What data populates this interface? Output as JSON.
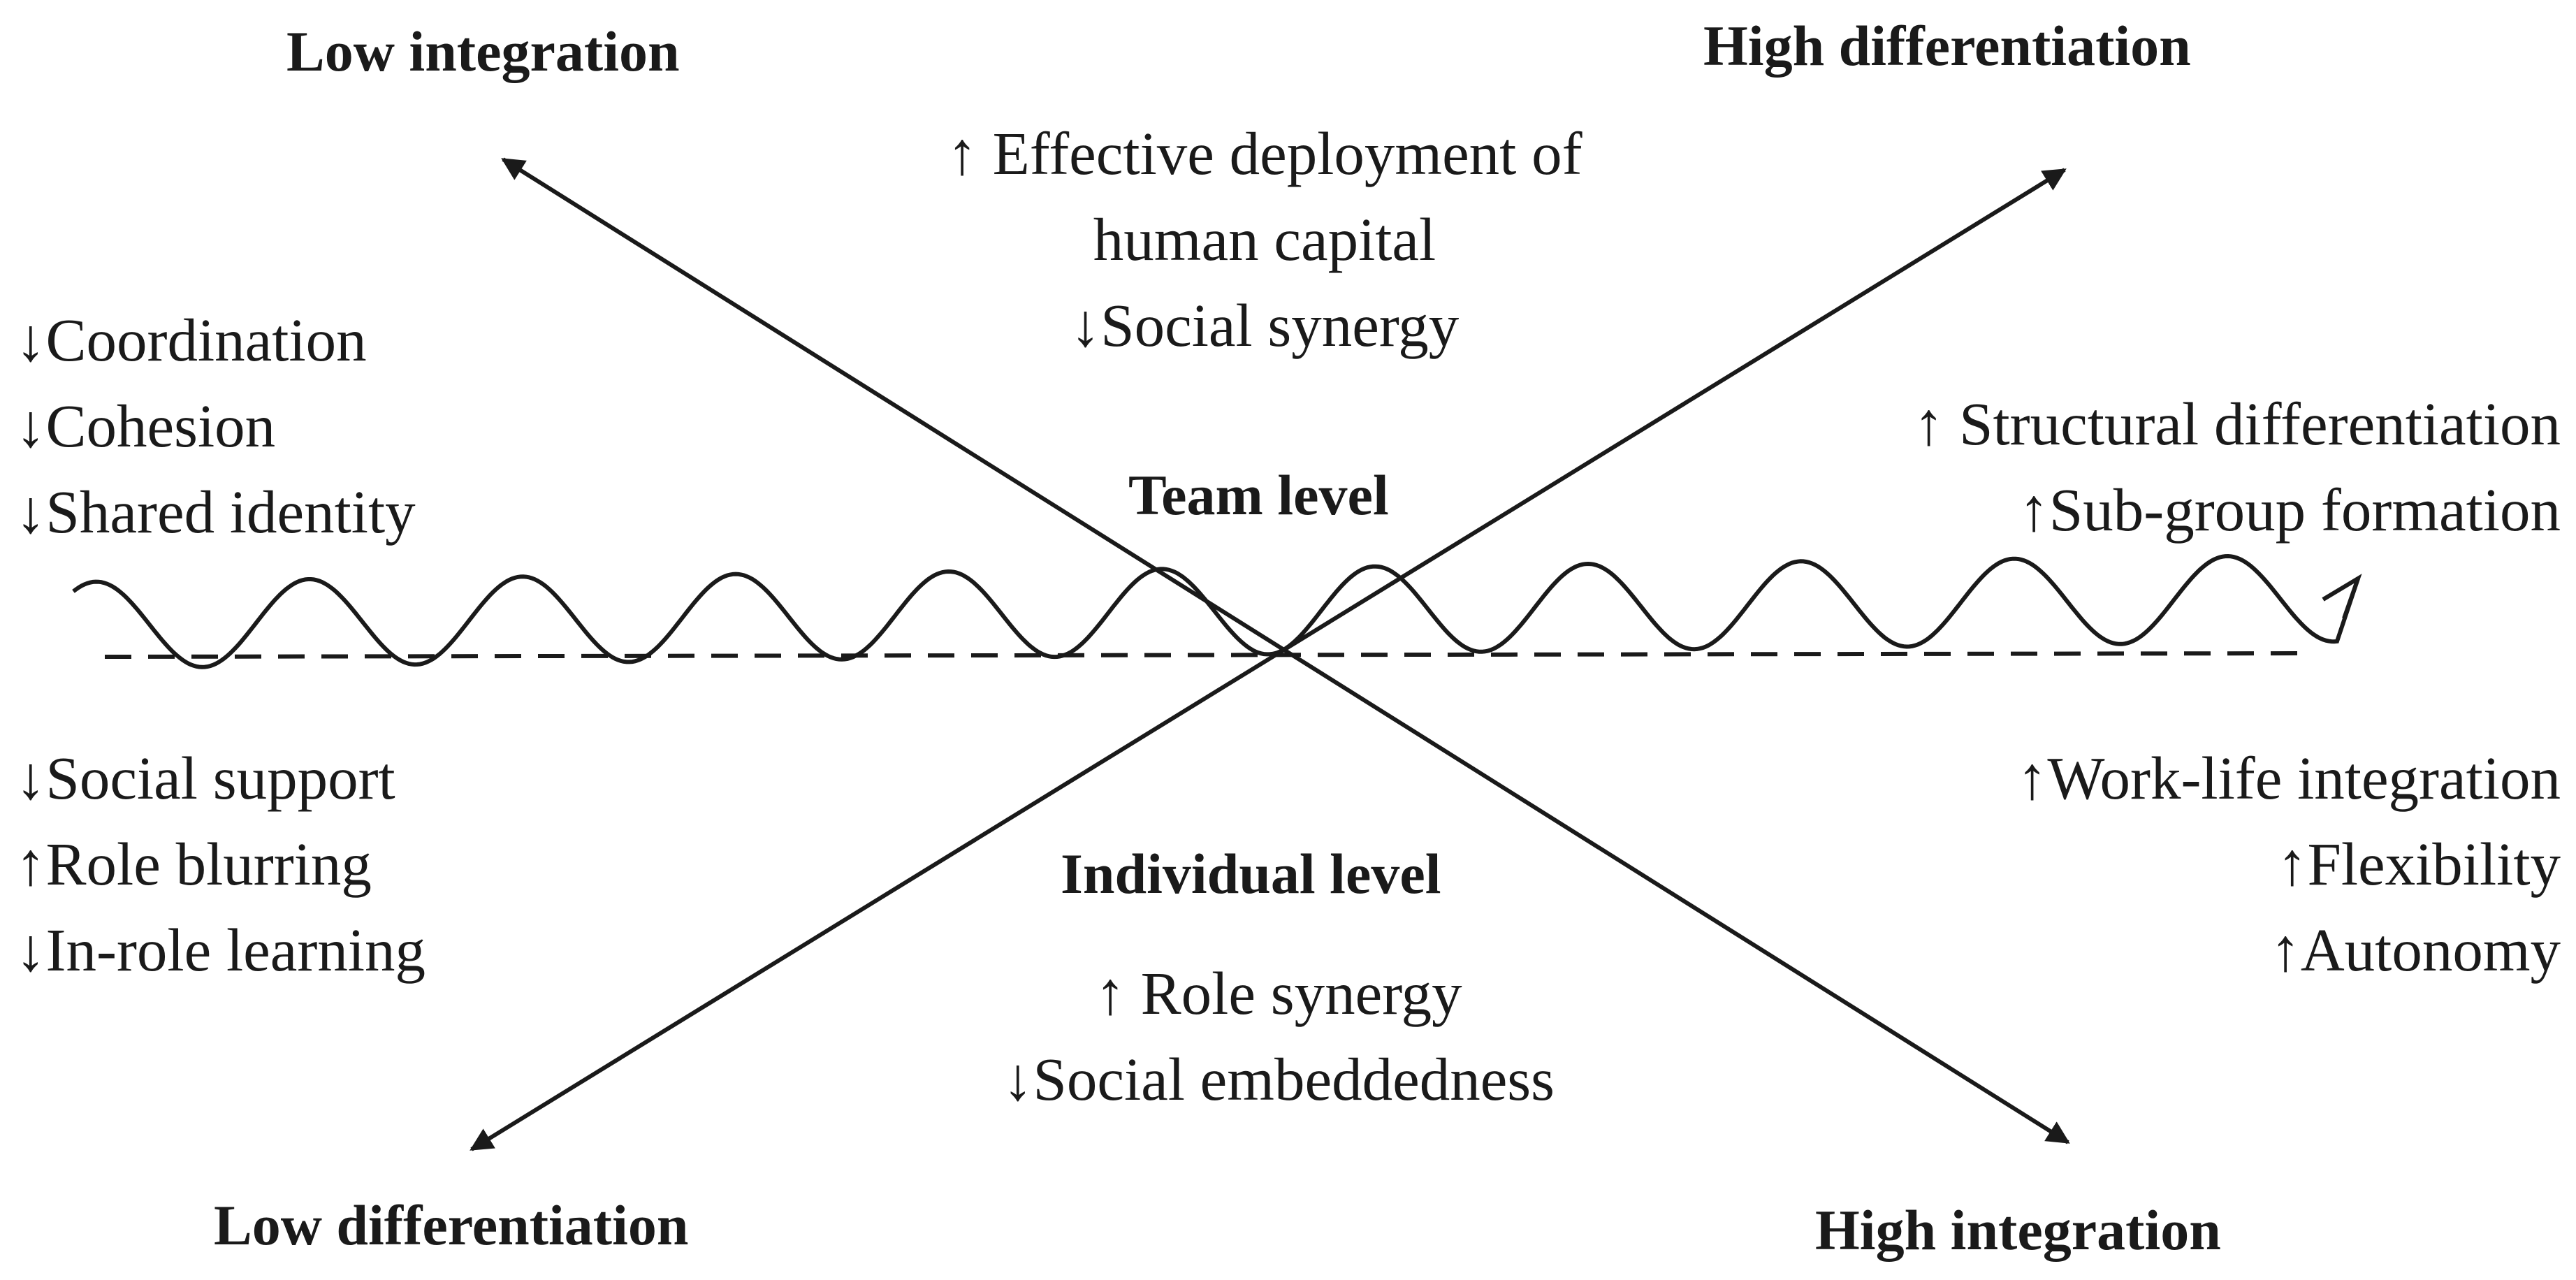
{
  "corners": {
    "top_left": "Low integration",
    "top_right": "High differentiation",
    "bottom_left": "Low differentiation",
    "bottom_right": "High integration"
  },
  "levels": {
    "team": "Team level",
    "individual": "Individual level"
  },
  "effects": {
    "top_center": [
      "↑ Effective deployment of",
      "human capital",
      "↓Social synergy"
    ],
    "upper_left": [
      "↓Coordination",
      "↓Cohesion",
      "↓Shared identity"
    ],
    "upper_right": [
      "↑ Structural differentiation",
      "↑Sub-group formation"
    ],
    "lower_left": [
      "↓Social support",
      "↑Role blurring",
      "↓In-role learning"
    ],
    "lower_right": [
      "↑Work-life integration",
      "↑Flexibility",
      "↑Autonomy"
    ],
    "bottom_center": [
      "↑ Role synergy",
      "↓Social embeddedness"
    ]
  },
  "colors": {
    "ink": "#1a1a1a",
    "background": "#ffffff"
  }
}
